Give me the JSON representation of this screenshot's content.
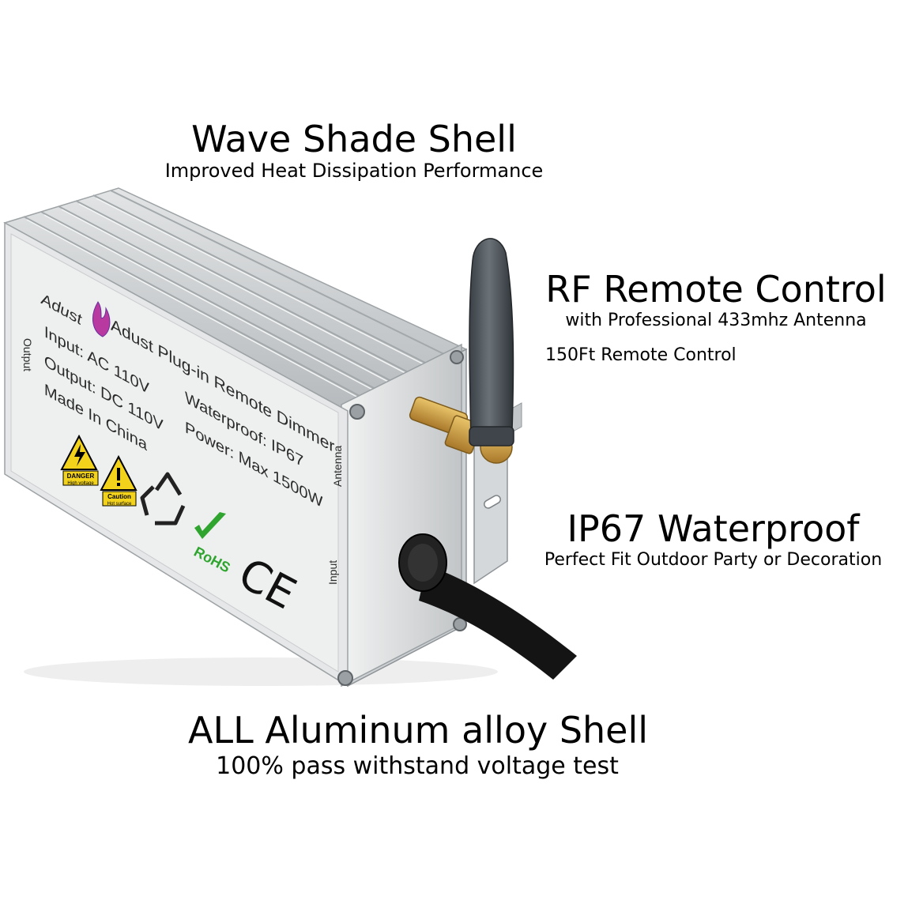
{
  "features": {
    "top": {
      "title": "Wave Shade Shell",
      "subtitle": "Improved Heat Dissipation Performance"
    },
    "rf": {
      "title": "RF Remote Control",
      "subtitle": "with Professional 433mhz Antenna",
      "extra": "150Ft Remote Control"
    },
    "waterproof": {
      "title": "IP67 Waterproof",
      "subtitle": "Perfect Fit Outdoor Party or Decoration"
    },
    "bottom": {
      "title": "ALL Aluminum alloy Shell",
      "subtitle": "100% pass withstand voltage test"
    }
  },
  "device_label": {
    "brand": "Adust",
    "product_name": "Adust Plug-in Remote Dimmer",
    "input": "Input: AC 110V",
    "output": "Output: DC 110V",
    "origin": "Made In China",
    "waterproof": "Waterproof: IP67",
    "power": "Power: Max 1500W",
    "danger_label": "DANGER",
    "danger_sub": "High voltage",
    "caution_label": "Caution",
    "caution_sub": "Hot surface",
    "rohs": "RoHS",
    "ce": "CE",
    "side_output": "Output",
    "side_antenna": "Antenna",
    "side_input": "Input"
  },
  "colors": {
    "aluminum": "#c9ccce",
    "label_face": "#e9eaea",
    "antenna": "#4b5257",
    "brass": "#c99a3a",
    "cable": "#141414",
    "warning_yellow": "#f2d21b",
    "rohs_green": "#2fa52f"
  }
}
